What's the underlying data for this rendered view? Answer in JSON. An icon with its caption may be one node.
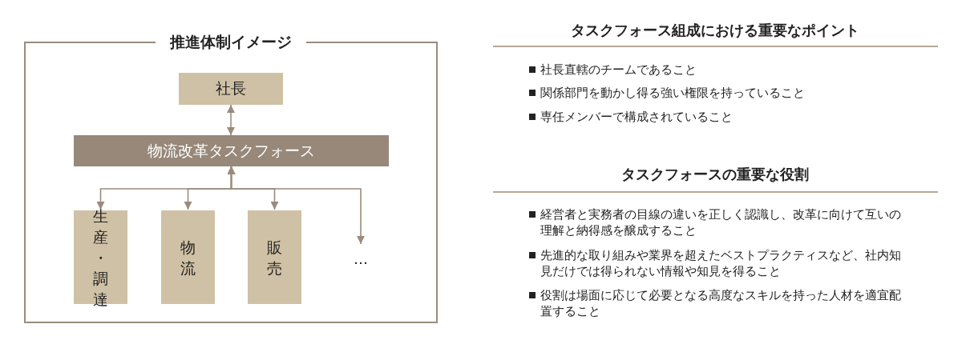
{
  "diagram": {
    "nodes": [
      {
        "text": [
          "推進体制イメージ"
        ]
      },
      {
        "text": [
          "社長"
        ],
        "in": 0
      },
      {
        "text": [
          "物流改革タスクフォース"
        ],
        "in": 0
      },
      {
        "text": [
          "生産・調達"
        ],
        "in": 0
      },
      {
        "text": [
          "物流"
        ],
        "in": 0
      },
      {
        "text": [
          "販売"
        ],
        "in": 0
      },
      {
        "text": [
          "…"
        ],
        "in": 0
      }
    ],
    "edges": [
      {
        "from": 1,
        "to": 2,
        "arrow": "both"
      },
      {
        "from": 2,
        "to": 3,
        "arrow": "both"
      },
      {
        "from": 2,
        "to": 4,
        "arrow": "both"
      },
      {
        "from": 2,
        "to": 5,
        "arrow": "both"
      },
      {
        "from": 2,
        "to": 6,
        "arrow": "both"
      }
    ],
    "labels": [
      "タスクフォース組成における重要なポイント",
      "社長直轄のチームであること",
      "関係部門を動かし得る強い権限を持っていること",
      "専任メンバーで構成されていること",
      "タスクフォースの重要な役割",
      "経営者と実務者の目線の違いを正しく認識し、改革に向けて互いの理解と納得感を醸成すること",
      "先進的な取り組みや業界を超えたベストプラクティスなど、社内知見だけでは得られない情報や知見を得ること",
      "役割は場面に応じて必要となる高度なスキルを持った人材を適宜配置すること"
    ]
  }
}
